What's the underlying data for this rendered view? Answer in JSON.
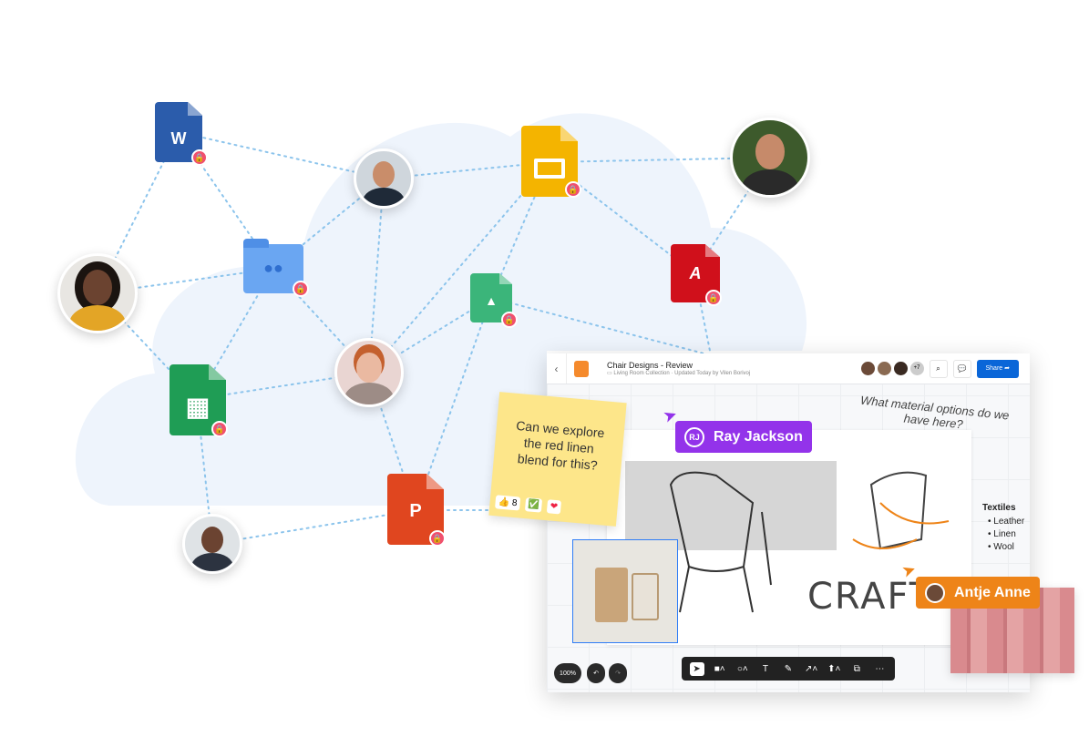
{
  "colors": {
    "cloud": "#eef4fc",
    "accent": "#0a66d8",
    "ray": "#9333ea",
    "antje": "#ee8418",
    "lock": "#f0506e"
  },
  "file_icons": [
    {
      "name": "word-doc-icon",
      "color": "#2b5cab",
      "glyph": "W"
    },
    {
      "name": "google-slides-icon",
      "color": "#f4b400",
      "glyph": "▭"
    },
    {
      "name": "shared-folder-icon",
      "color": "#5b9bef",
      "glyph": "👥"
    },
    {
      "name": "image-file-icon",
      "color": "#3bb57a",
      "glyph": "▲"
    },
    {
      "name": "pdf-file-icon",
      "color": "#d0101b",
      "glyph": "A"
    },
    {
      "name": "google-sheets-icon",
      "color": "#1f9d55",
      "glyph": "▦"
    },
    {
      "name": "powerpoint-icon",
      "color": "#e0461f",
      "glyph": "P"
    }
  ],
  "sticky_note": {
    "text": "Can we explore the red linen blend for this?",
    "reactions": [
      {
        "icon": "👍",
        "count": "8"
      },
      {
        "icon": "✅",
        "count": ""
      },
      {
        "icon": "❤",
        "count": ""
      }
    ]
  },
  "whiteboard": {
    "title": "Chair Designs - Review",
    "folder": "Living Room Collection",
    "updated": "Updated Today by Vilen Borivoj",
    "more_collaborators": "+7",
    "share_label": "Share",
    "zoom": "100%",
    "handwritten_note": "What material options do we have here?",
    "craft_text": "CRAFT",
    "textiles": {
      "title": "Textiles",
      "items": [
        "Leather",
        "Linen",
        "Wool"
      ]
    },
    "toolbar": [
      "select",
      "rectangle",
      "circle",
      "text",
      "pen",
      "connector",
      "upload",
      "shapes",
      "more"
    ]
  },
  "cursors": [
    {
      "initials": "RJ",
      "name": "Ray Jackson"
    },
    {
      "name": "Antje Anne"
    }
  ]
}
